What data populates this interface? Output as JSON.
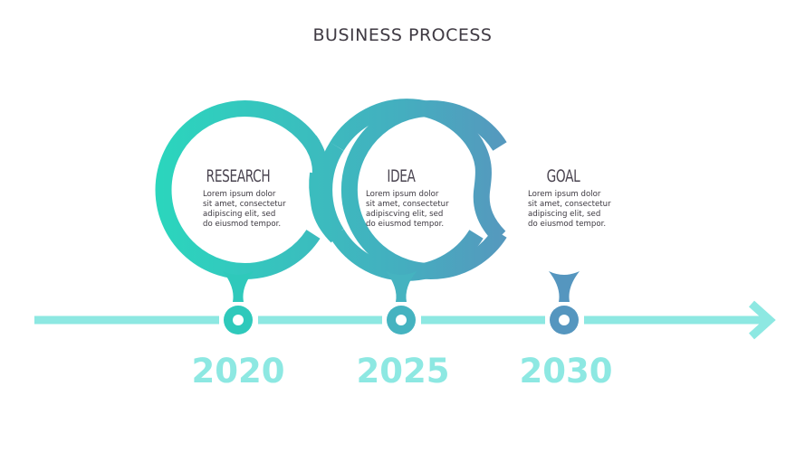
{
  "title": "BUSINESS PROCESS",
  "colors": {
    "timeline": "#8de8e2",
    "ring_start": "#2ad7bd",
    "ring_mid": "#44aebf",
    "ring_end": "#6f79bd",
    "title_text": "#3f3a43",
    "year_text": "#8de8e2"
  },
  "steps": [
    {
      "title": "RESEARCH",
      "description": "Lorem ipsum dolor\nsit amet, consectetur\nadipiscing elit, sed\ndo eiusmod tempor.",
      "year": "2020"
    },
    {
      "title": "IDEA",
      "description": "Lorem ipsum dolor\nsit amet, consectetur\nadipiscving elit, sed\ndo eiusmod tempor.",
      "year": "2025"
    },
    {
      "title": "GOAL",
      "description": "Lorem ipsum dolor\nsit amet, consectetur\nadipiscing elit, sed\ndo eiusmod tempor.",
      "year": "2030"
    }
  ],
  "timeline": {
    "direction": "right",
    "arrow_icon": "arrow-right-icon"
  }
}
